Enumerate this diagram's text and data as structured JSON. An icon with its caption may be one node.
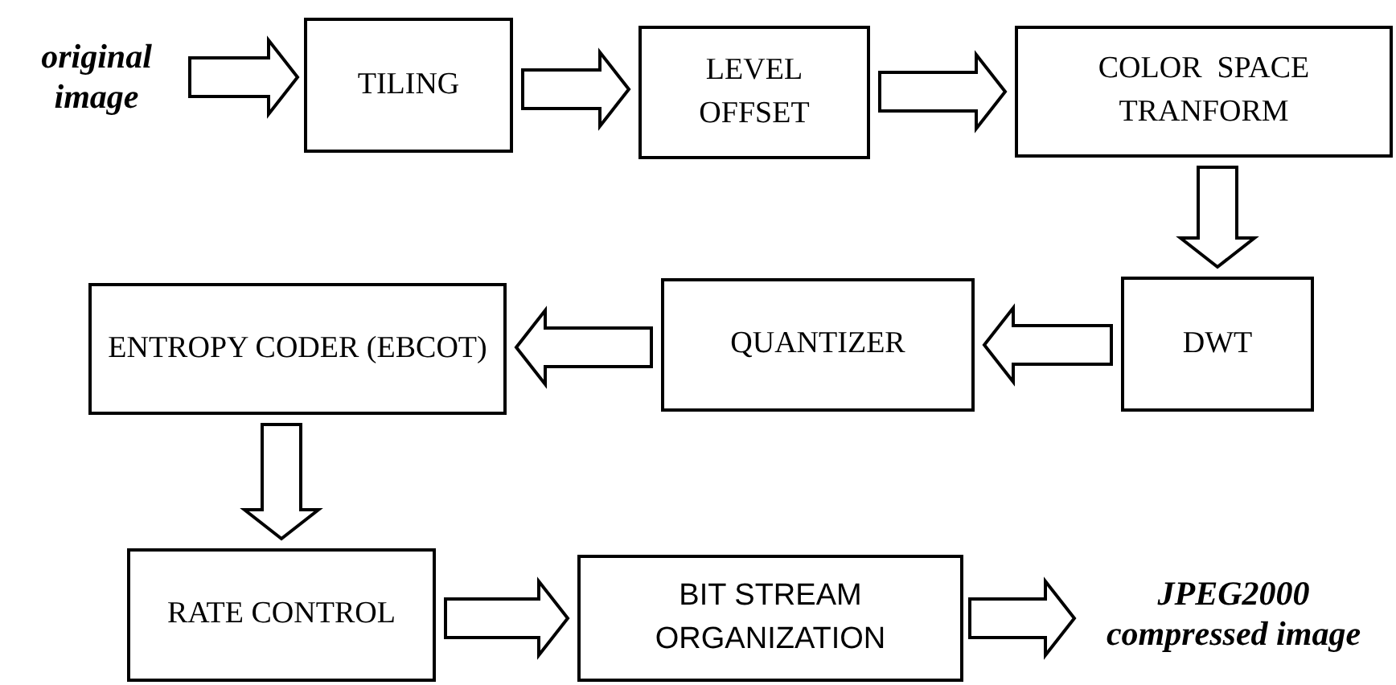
{
  "diagram": {
    "nodes": [
      {
        "text": [
          "original image"
        ]
      },
      {
        "text": [
          "TILING"
        ]
      },
      {
        "text": [
          "LEVEL OFFSET"
        ]
      },
      {
        "text": [
          "COLOR  SPACE TRANFORM"
        ]
      },
      {
        "text": [
          "DWT"
        ]
      },
      {
        "text": [
          "QUANTIZER"
        ]
      },
      {
        "text": [
          "ENTROPY CODER (EBCOT)"
        ]
      },
      {
        "text": [
          "RATE CONTROL"
        ]
      },
      {
        "text": [
          "BIT STREAM ORGANIZATION"
        ]
      },
      {
        "text": [
          "JPEG2000 compressed image"
        ]
      }
    ],
    "edges": [
      {
        "from": 0,
        "to": 1,
        "arrow": "to"
      },
      {
        "from": 1,
        "to": 2,
        "arrow": "to"
      },
      {
        "from": 2,
        "to": 3,
        "arrow": "to"
      },
      {
        "from": 3,
        "to": 4,
        "arrow": "to"
      },
      {
        "from": 4,
        "to": 5,
        "arrow": "to"
      },
      {
        "from": 5,
        "to": 6,
        "arrow": "to"
      },
      {
        "from": 6,
        "to": 7,
        "arrow": "to"
      },
      {
        "from": 7,
        "to": 8,
        "arrow": "to"
      },
      {
        "from": 8,
        "to": 9,
        "arrow": "to"
      }
    ]
  }
}
